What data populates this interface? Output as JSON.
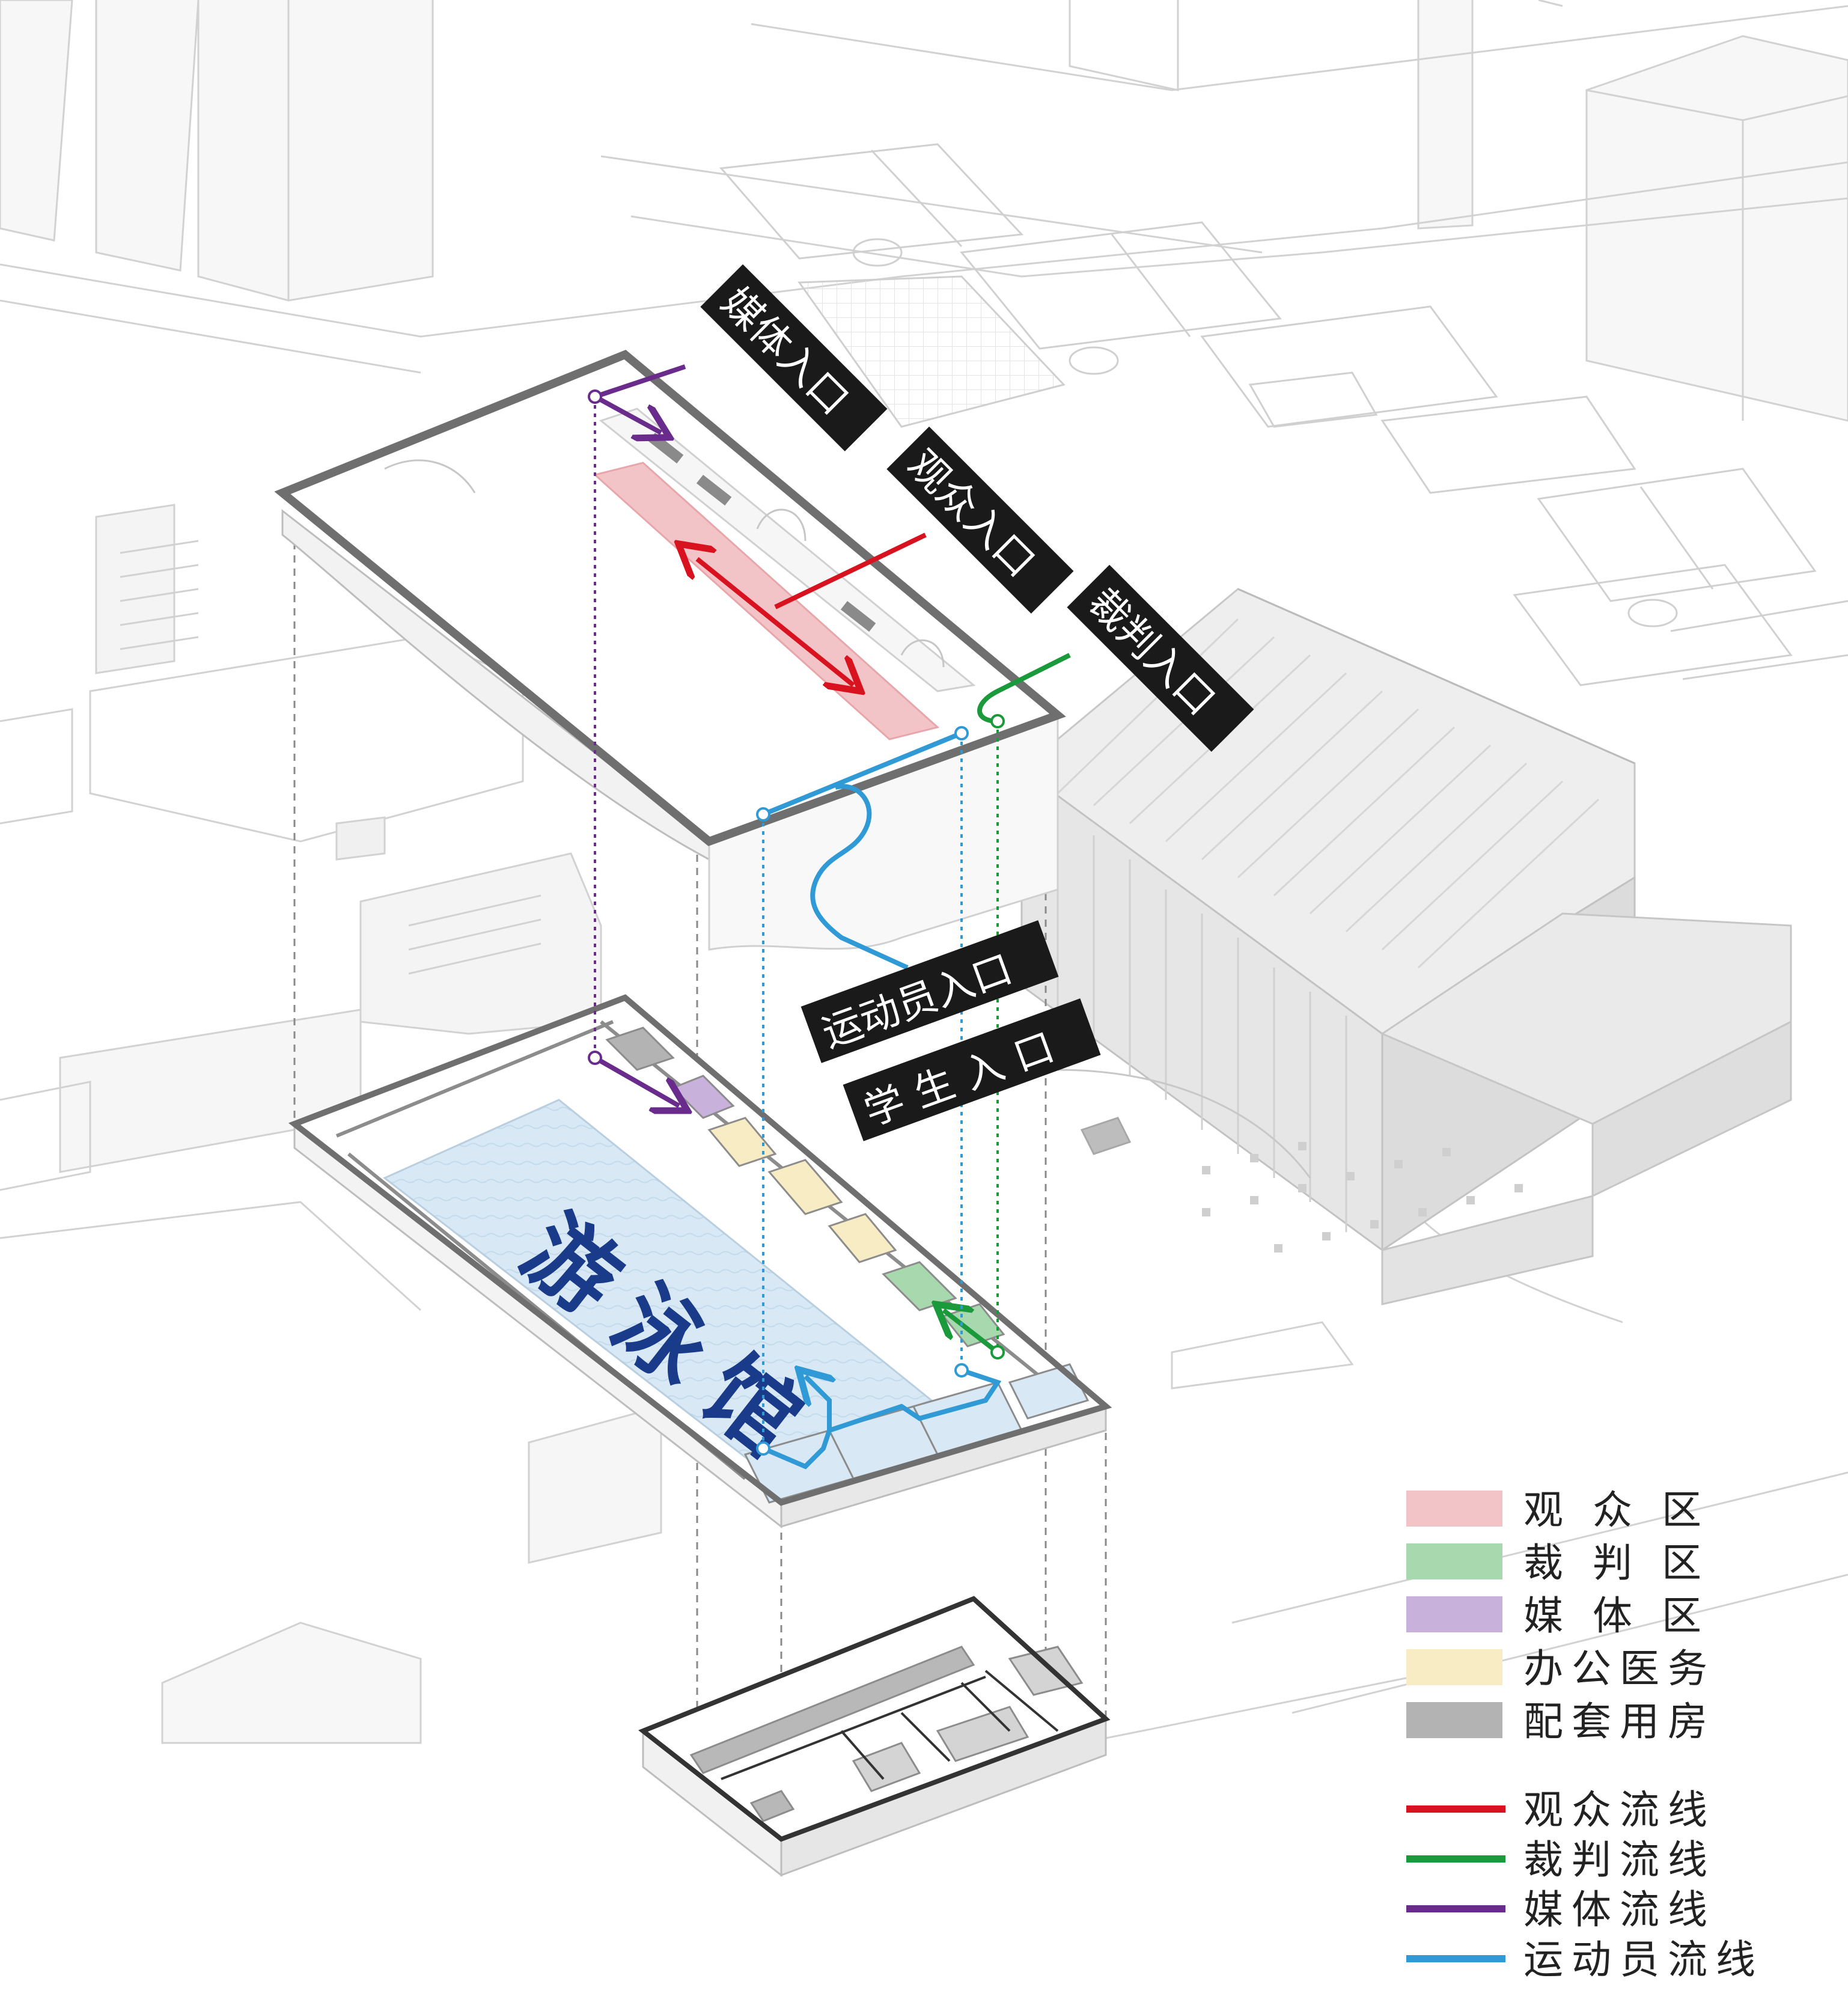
{
  "colors": {
    "spectator": "#d9121f",
    "referee": "#1a9a3a",
    "media": "#6a2c8c",
    "athlete": "#2f9ad6",
    "zone_spectator": "#f2c4c7",
    "zone_referee": "#a8d8ad",
    "zone_media": "#c8b2dc",
    "zone_office": "#f8ecc4",
    "zone_support": "#b3b3b3",
    "pool_blue": "#d8e9f5",
    "pool_title": "#1a3a8a"
  },
  "entrances": {
    "media": "媒体入口",
    "spectator": "观众入口",
    "referee": "裁判入口",
    "athlete": "运动员入口",
    "student": "学生入口"
  },
  "building_title": "游泳馆",
  "legend": {
    "zones": [
      {
        "label": "观 众 区",
        "color": "#f2c4c7"
      },
      {
        "label": "裁 判 区",
        "color": "#a8d8ad"
      },
      {
        "label": "媒 体 区",
        "color": "#c8b2dc"
      },
      {
        "label": "办公医务",
        "color": "#f8ecc4"
      },
      {
        "label": "配套用房",
        "color": "#b3b3b3"
      }
    ],
    "flows": [
      {
        "label": "观众流线",
        "color": "#d9121f"
      },
      {
        "label": "裁判流线",
        "color": "#1a9a3a"
      },
      {
        "label": "媒体流线",
        "color": "#6a2c8c"
      },
      {
        "label": "运动员流线",
        "color": "#2f9ad6"
      }
    ]
  }
}
